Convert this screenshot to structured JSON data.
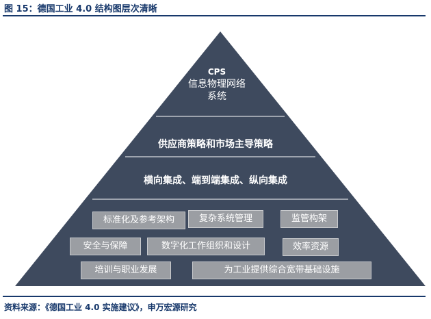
{
  "caption": "图 15：德国工业 4.0 结构图层次清晰",
  "source": "资料来源：《德国工业 4.0 实施建议》，申万宏源研究",
  "pyramid": {
    "apex": {
      "line1": "CPS",
      "line2": "信息物理网络",
      "line3": "系统"
    },
    "layer2": "供应商策略和市场主导策略",
    "layer3": "横向集成、端到端集成、纵向集成",
    "base_items": [
      "标准化及参考架构",
      "复杂系统管理",
      "监管构架",
      "安全与保障",
      "数字化工作组织和设计",
      "效率资源",
      "培训与职业发展",
      "为工业提供综合宽带基础设施"
    ]
  },
  "colors": {
    "pyramid": "#3e4a5e",
    "box": "#9b9ea3",
    "rule": "#17386b",
    "text_dark": "#17386b"
  }
}
